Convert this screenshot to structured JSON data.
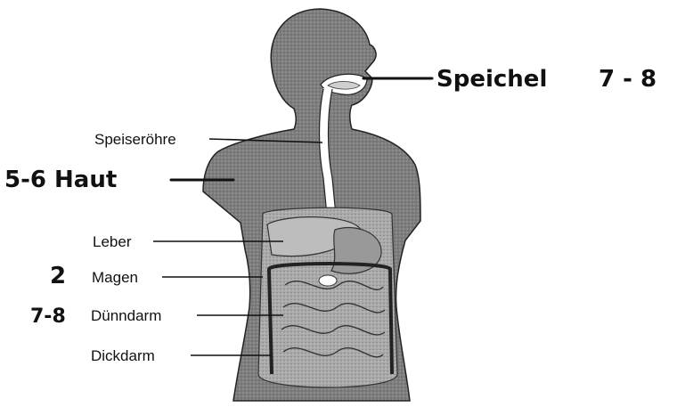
{
  "labels": {
    "speiseroehre": "Speiseröhre",
    "leber": "Leber",
    "magen": "Magen",
    "duenndarm": "Dünndarm",
    "dickdarm": "Dickdarm"
  },
  "handwriting": {
    "speichel": "Speichel",
    "speichel_value": "7 - 8",
    "haut": "5-6 Haut",
    "magen_value": "2",
    "duenndarm_value": "7-8"
  },
  "colors": {
    "ink": "#111111",
    "body_fill": "#7d7d7d",
    "organ_fill": "#a9a9a9",
    "background": "#ffffff"
  }
}
